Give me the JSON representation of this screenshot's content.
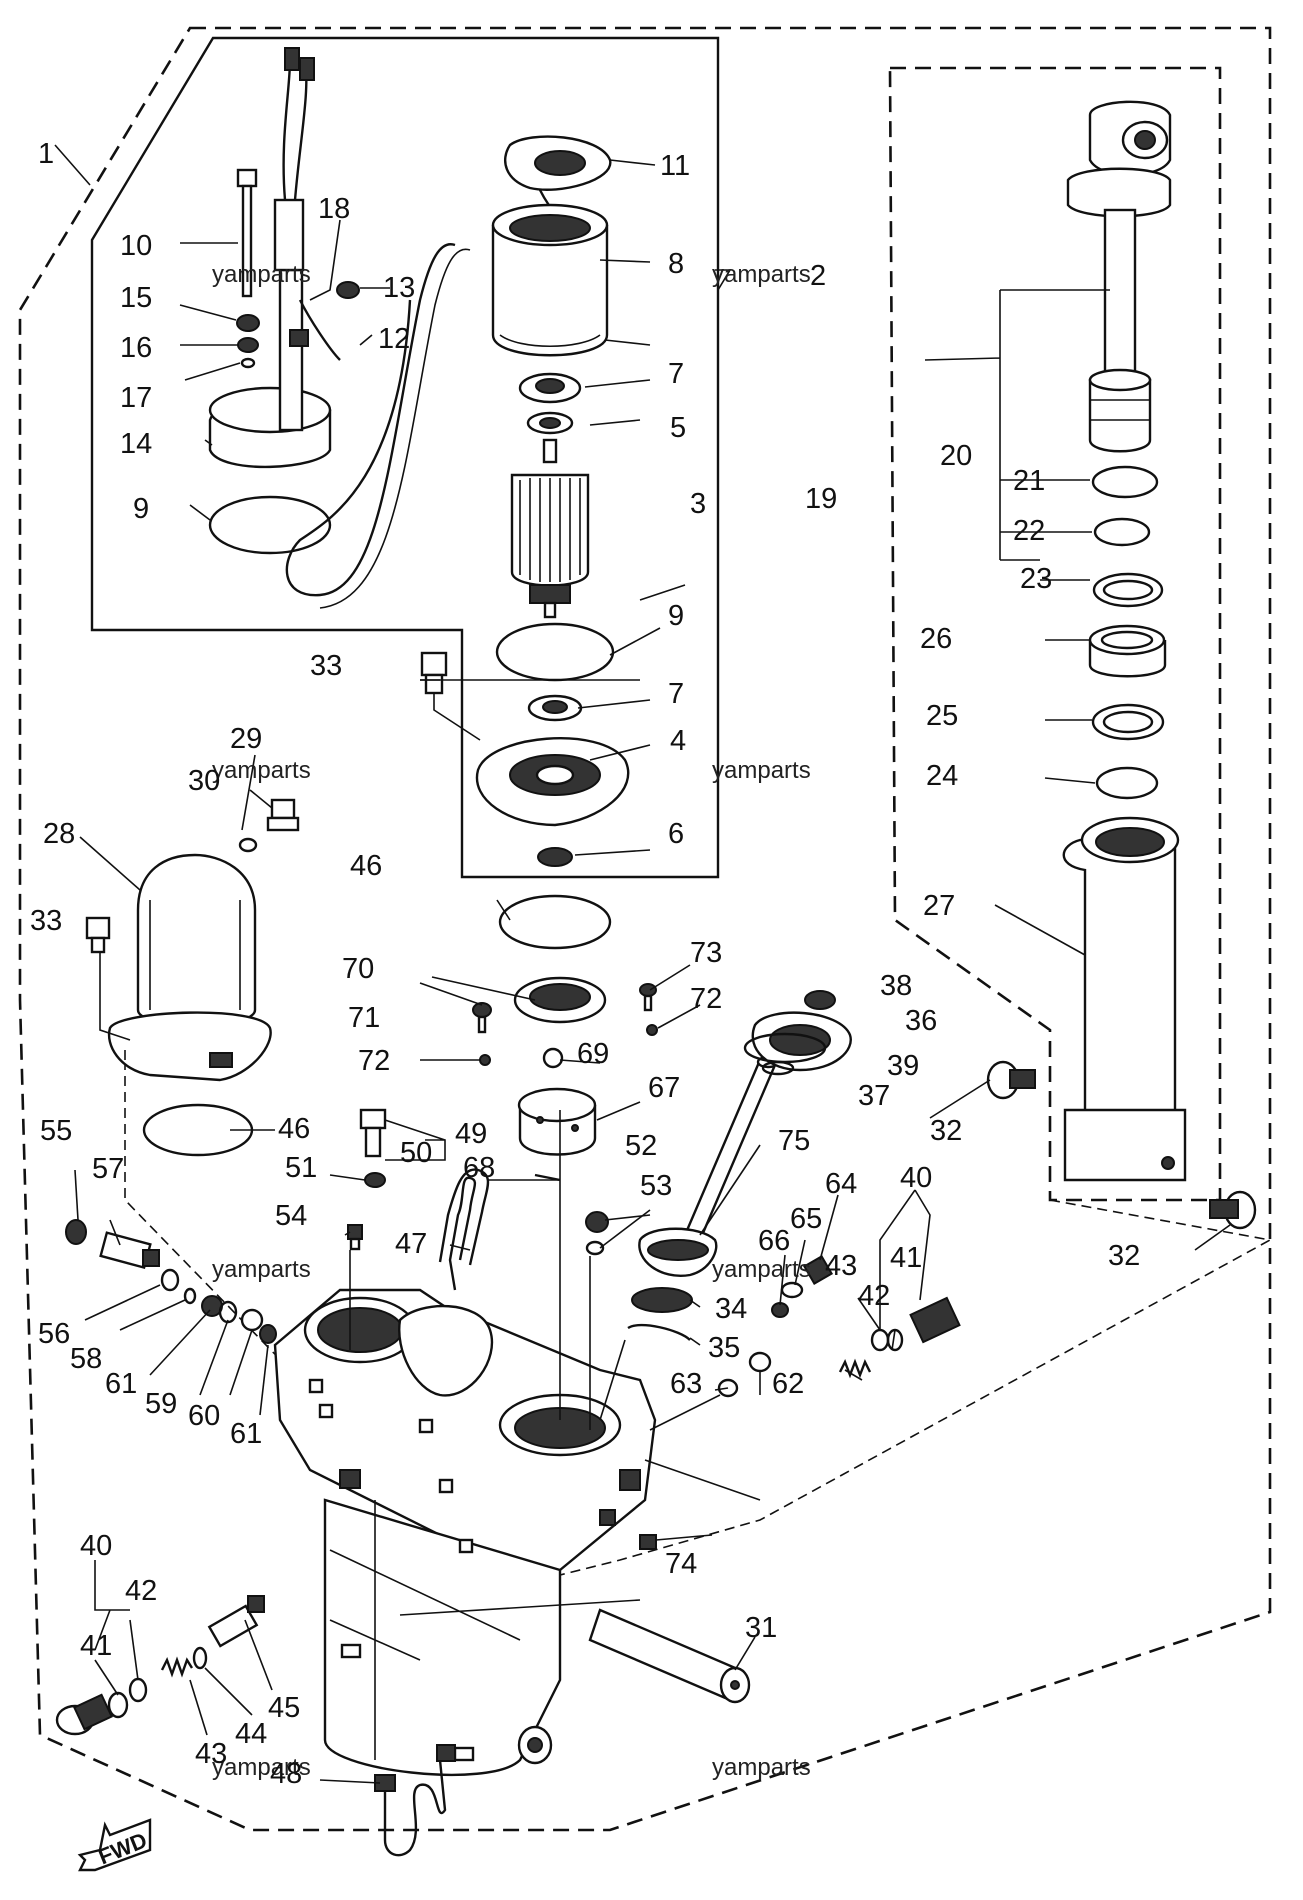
{
  "callouts": [
    "1",
    "2",
    "3",
    "4",
    "5",
    "6",
    "7",
    "7",
    "8",
    "9",
    "9",
    "10",
    "11",
    "12",
    "13",
    "14",
    "15",
    "16",
    "17",
    "18",
    "19",
    "20",
    "21",
    "22",
    "23",
    "24",
    "25",
    "26",
    "27",
    "28",
    "29",
    "30",
    "31",
    "32",
    "32",
    "33",
    "33",
    "34",
    "35",
    "36",
    "37",
    "38",
    "39",
    "40",
    "40",
    "41",
    "41",
    "42",
    "42",
    "43",
    "43",
    "44",
    "45",
    "46",
    "46",
    "47",
    "48",
    "49",
    "50",
    "51",
    "52",
    "53",
    "54",
    "55",
    "56",
    "57",
    "58",
    "59",
    "60",
    "61",
    "61",
    "62",
    "63",
    "64",
    "65",
    "66",
    "67",
    "68",
    "69",
    "70",
    "71",
    "72",
    "72",
    "73",
    "74",
    "75"
  ],
  "watermark": "yamparts",
  "fwd_label": "FWD"
}
